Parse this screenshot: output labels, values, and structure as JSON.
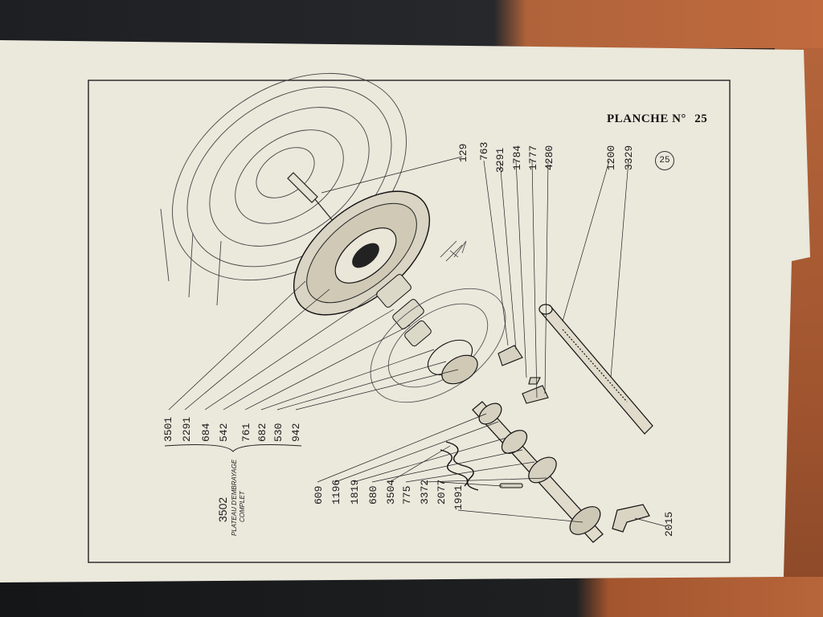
{
  "plate": {
    "label": "PLANCHE",
    "no_mark": "N°",
    "number": "25",
    "circled": "25"
  },
  "assembly": {
    "ref": "3502",
    "caption_line1": "PLATEAU D'EMBRAYAGE",
    "caption_line2": "COMPLET"
  },
  "bracket_refs": [
    "3501",
    "2291",
    "684",
    "542",
    "761",
    "682",
    "530",
    "942"
  ],
  "left_refs": [
    "609",
    "1196",
    "1819",
    "680",
    "3504",
    "775",
    "3372",
    "2077",
    "1991"
  ],
  "top_refs": [
    "129",
    "763",
    "3291",
    "1784",
    "1777",
    "4280",
    "1200",
    "3329"
  ],
  "lower_ref": "2015",
  "colors": {
    "paper": "#ebe8dc",
    "ink": "#1a1a1a",
    "desk_wood": "#b0633a"
  }
}
